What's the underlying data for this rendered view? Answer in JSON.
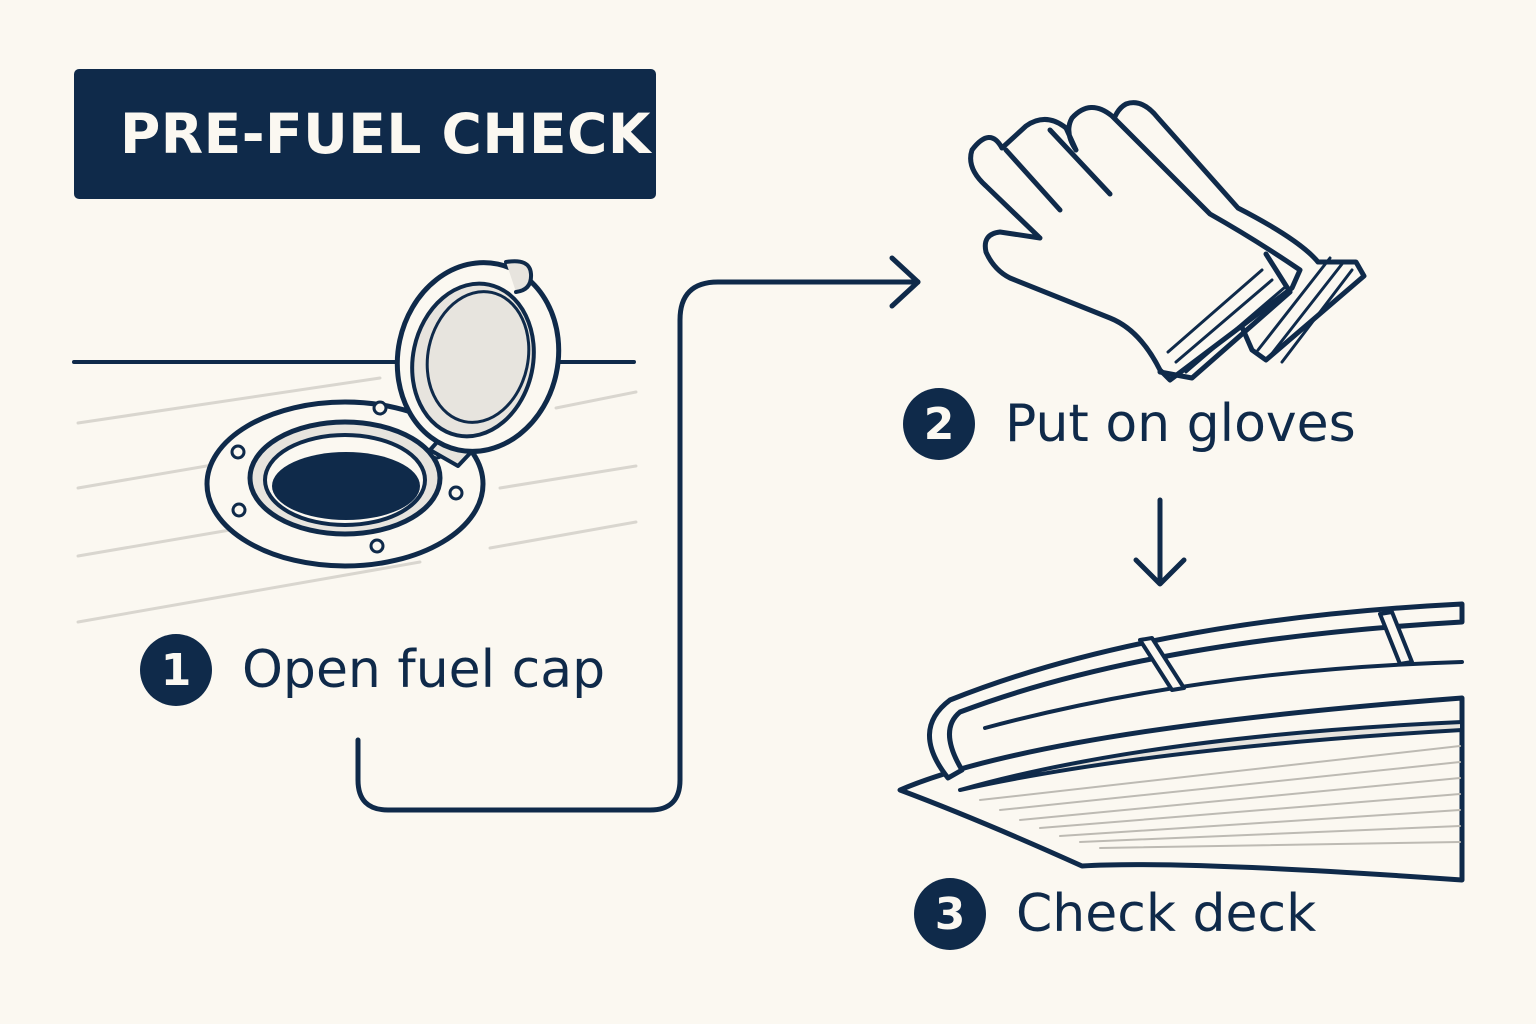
{
  "title": "PRE-FUEL CHECK",
  "colors": {
    "navy": "#0f2a4a",
    "background": "#fbf8f1",
    "light_fill": "#e7e4de"
  },
  "steps": [
    {
      "number": "1",
      "label": "Open fuel cap",
      "icon": "fuel-cap-icon"
    },
    {
      "number": "2",
      "label": "Put on gloves",
      "icon": "gloves-icon"
    },
    {
      "number": "3",
      "label": "Check deck",
      "icon": "boat-deck-icon"
    }
  ],
  "connectors": [
    "flow-arrow-right",
    "flow-arrow-down"
  ]
}
